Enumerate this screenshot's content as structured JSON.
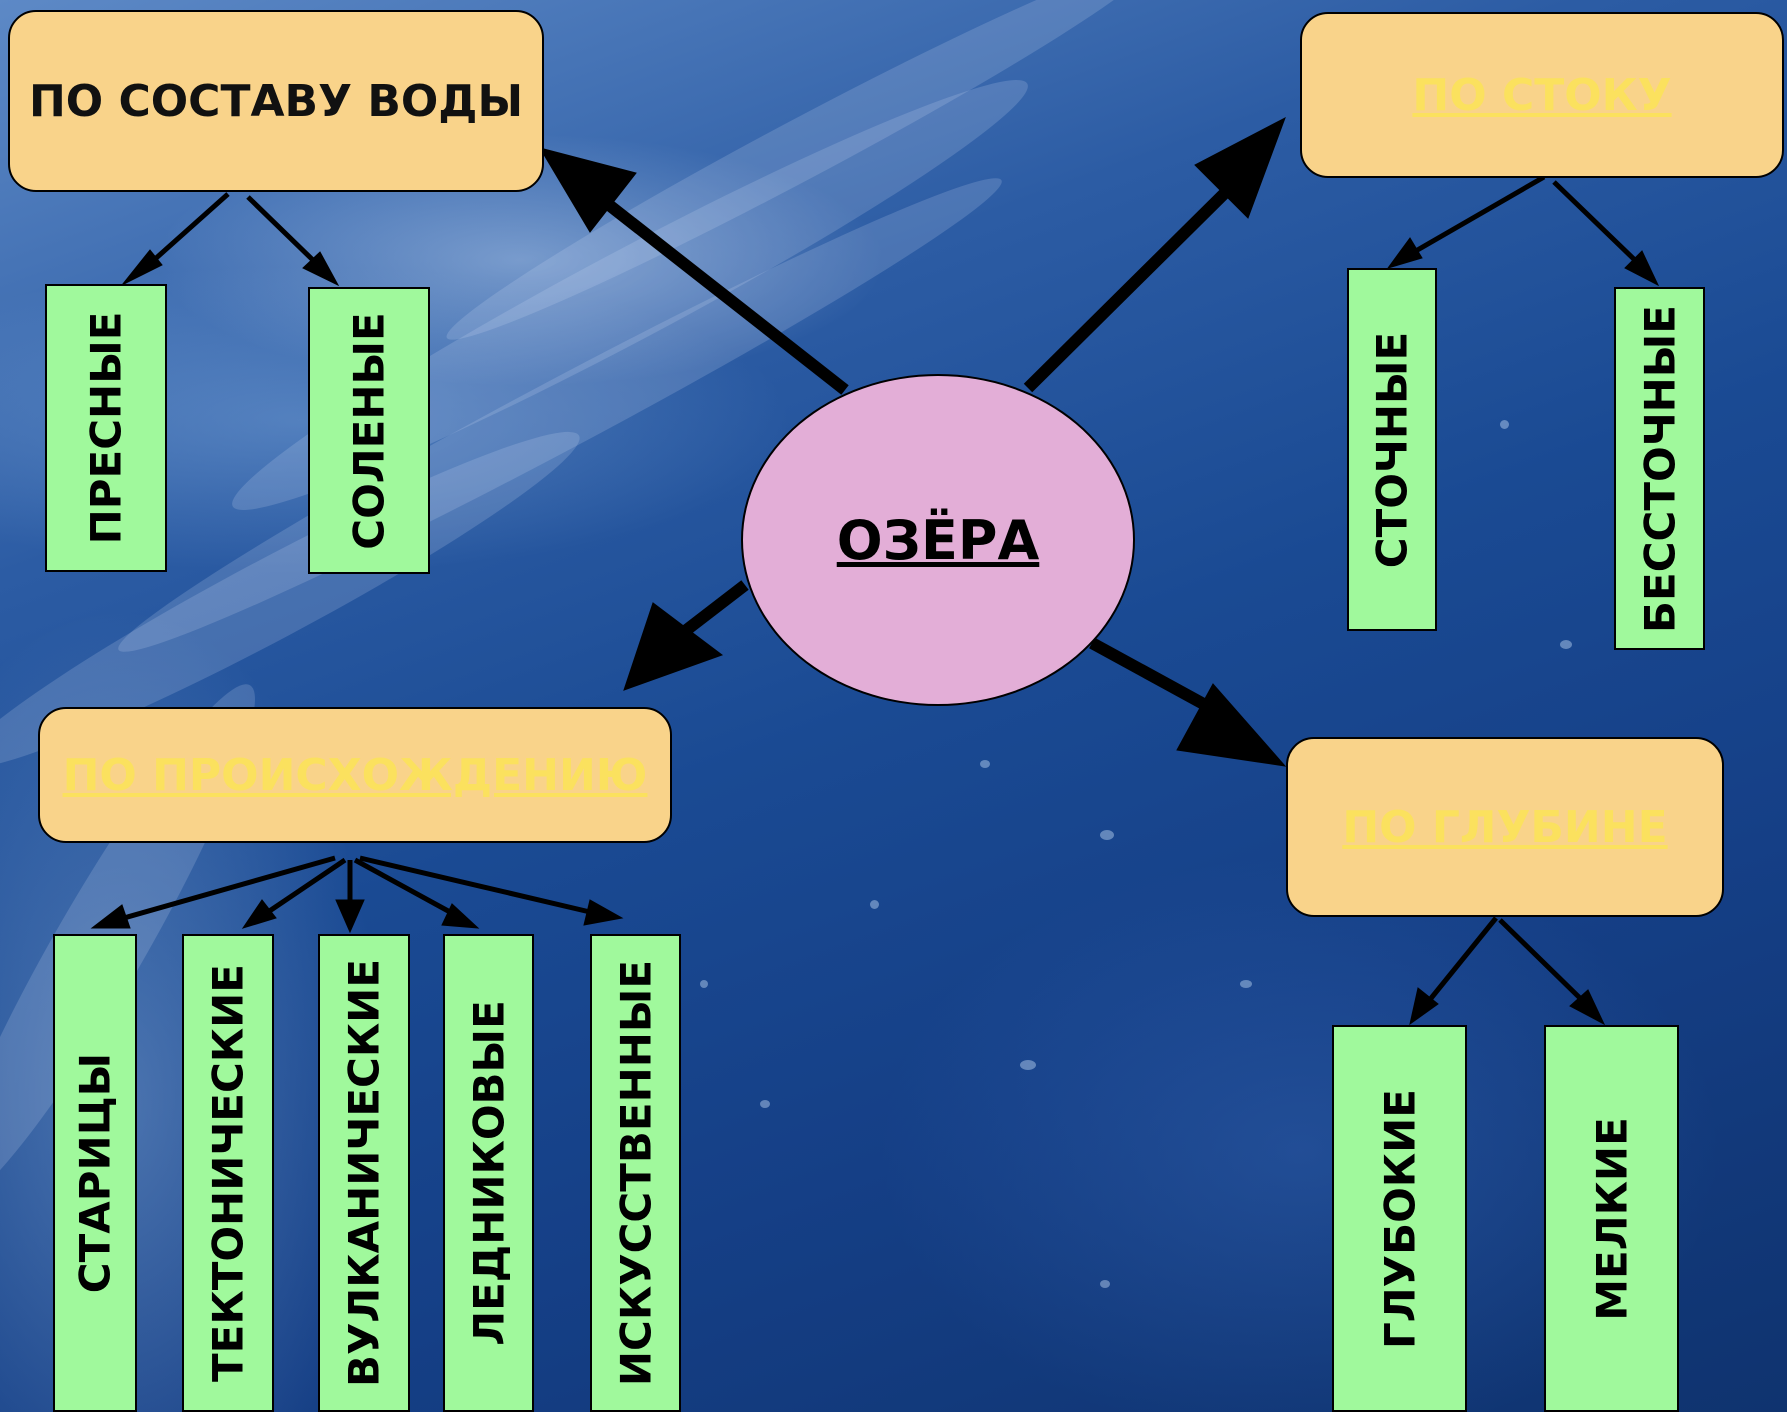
{
  "center": {
    "label": "ОЗЁРА"
  },
  "categories": {
    "composition": {
      "label": "ПО СОСТАВУ ВОДЫ",
      "children": [
        "ПРЕСНЫЕ",
        "СОЛЕНЫЕ"
      ]
    },
    "runoff": {
      "label": "ПО СТОКУ",
      "children": [
        "СТОЧНЫЕ",
        "БЕССТОЧНЫЕ"
      ]
    },
    "origin": {
      "label": "ПО ПРОИСХОЖДЕНИЮ",
      "children": [
        "СТАРИЦЫ",
        "ТЕКТОНИЧЕСКИЕ",
        "ВУЛКАНИЧЕСКИЕ",
        "ЛЕДНИКОВЫЕ",
        "ИСКУССТВЕННЫЕ"
      ]
    },
    "depth": {
      "label": "ПО ГЛУБИНЕ",
      "children": [
        "ГЛУБОКИЕ",
        "МЕЛКИЕ"
      ]
    }
  },
  "colors": {
    "category_fill": "#f9d38a",
    "leaf_fill": "#a0f99c",
    "center_fill": "#e3aed7",
    "link_text": "#fbe15e",
    "background": "#1a4a93"
  }
}
